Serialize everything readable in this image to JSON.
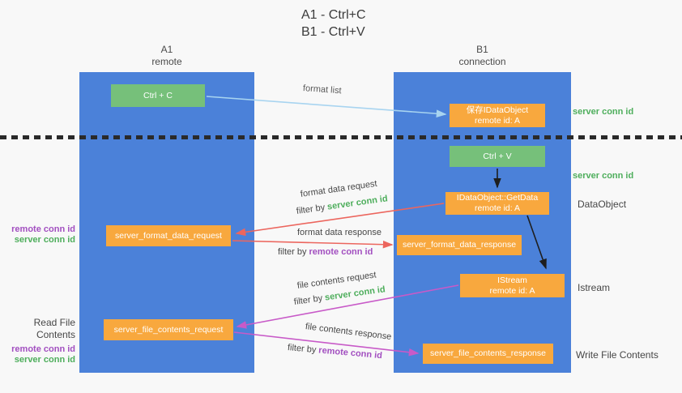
{
  "title": {
    "line1": "A1 - Ctrl+C",
    "line2": "B1 - Ctrl+V"
  },
  "columns": {
    "a": {
      "id": "A1",
      "name": "remote"
    },
    "b": {
      "id": "B1",
      "name": "connection"
    }
  },
  "nodes": {
    "ctrl_c": "Ctrl + C",
    "save_dataobject": {
      "line1": "保存IDataObject",
      "line2": "remote id: A"
    },
    "ctrl_v": "Ctrl + V",
    "getdata": {
      "line1": "IDataObject::GetData",
      "line2": "remote id: A"
    },
    "format_request": "server_format_data_request",
    "format_response": "server_format_data_response",
    "istream": {
      "line1": "IStream",
      "line2": "remote id: A"
    },
    "file_request": "server_file_contents_request",
    "file_response": "server_file_contents_response"
  },
  "labels": {
    "format_list": "format list",
    "format_data_request": "format data request",
    "format_data_response": "format data response",
    "file_contents_request": "file contents request",
    "file_contents_response": "file contents response",
    "filter_by": "filter by",
    "server_conn_id": "server conn id",
    "remote_conn_id": "remote conn id",
    "dataobject": "DataObject",
    "istream_side": "Istream",
    "write_file_contents": "Write File Contents",
    "read_file_contents": "Read File Contents"
  },
  "colors": {
    "lifeline_blue": "#4b81d9",
    "node_green": "#76c07a",
    "node_orange": "#f8a83e",
    "text_green": "#4eae5c",
    "text_purple": "#a24fc0",
    "arrow_red": "#ec665e",
    "arrow_magenta": "#c85ac8",
    "arrow_lightblue": "#a8d4f0",
    "arrow_black": "#1e1e1e",
    "background": "#f8f8f8"
  }
}
